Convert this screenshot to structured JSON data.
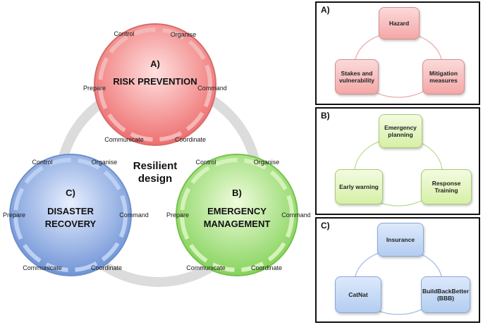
{
  "center": {
    "line1": "Resilient",
    "line2": "design"
  },
  "steps": {
    "control": "Control",
    "organise": "Organise",
    "command": "Command",
    "coordinate": "Coordinate",
    "communicate": "Communicate",
    "prepare": "Prepare"
  },
  "circles": {
    "a": {
      "letter": "A)",
      "title": "RISK PREVENTION",
      "color": "#f07f7f"
    },
    "b": {
      "letter": "B)",
      "title_line1": "EMERGENCY",
      "title_line2": "MANAGEMENT",
      "color": "#8ed96a"
    },
    "c": {
      "letter": "C)",
      "title_line1": "DISASTER",
      "title_line2": "RECOVERY",
      "color": "#7e9fd8"
    }
  },
  "panels": {
    "a": {
      "label": "A)",
      "top": "Hazard",
      "left": "Stakes and vulnerability",
      "right": "Mitigation measures"
    },
    "b": {
      "label": "B)",
      "top": "Emergency planning",
      "left": "Early warning",
      "right": "Response Training"
    },
    "c": {
      "label": "C)",
      "top": "Insurance",
      "left": "CatNat",
      "right": "BuildBackBetter (BBB)"
    }
  }
}
